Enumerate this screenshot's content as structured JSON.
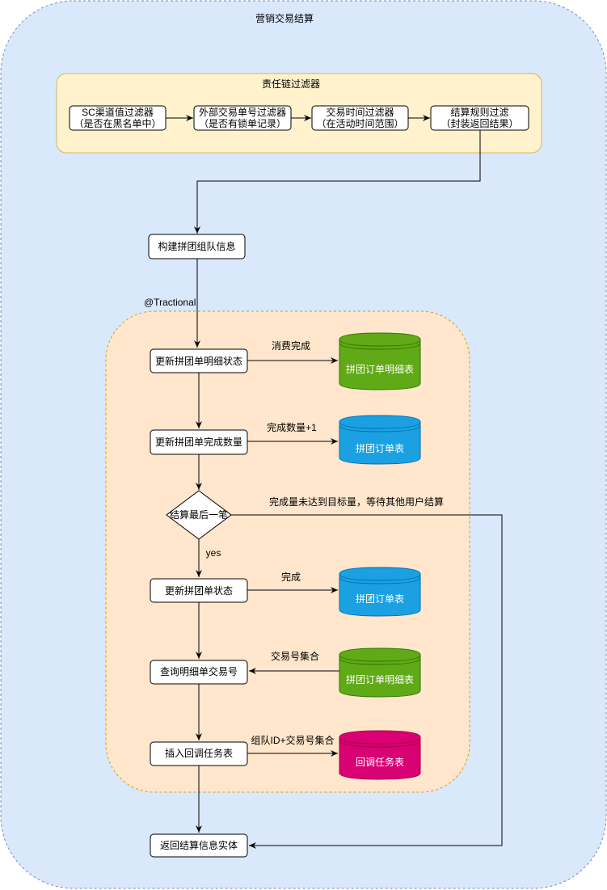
{
  "containers": {
    "outer": {
      "title": "营销交易结算",
      "fill": "#dae8fc",
      "stroke": "#6c8ebf"
    },
    "filter_chain": {
      "title": "责任链过滤器",
      "fill": "#fff2cc",
      "stroke": "#d6b656"
    },
    "transaction": {
      "title": "@Tractional",
      "fill": "#ffe6cc",
      "stroke": "#d79b00"
    }
  },
  "filters": [
    {
      "line1": "SC渠道值过滤器",
      "line2": "（是否在黑名单中）"
    },
    {
      "line1": "外部交易单号过滤器",
      "line2": "（是否有锁单记录）"
    },
    {
      "line1": "交易时间过滤器",
      "line2": "（在活动时间范围）"
    },
    {
      "line1": "结算规则过滤",
      "line2": "（封装返回结果）"
    }
  ],
  "steps": {
    "build_group": "构建拼团组队信息",
    "update_detail_status": "更新拼团单明细状态",
    "update_complete_count": "更新拼团单完成数量",
    "decision_last": "结算最后一笔",
    "update_order_status": "更新拼团单状态",
    "query_trade_no": "查询明细单交易号",
    "insert_callback": "插入回调任务表",
    "return_result": "返回结算信息实体"
  },
  "databases": {
    "order_detail_1": {
      "label": "拼团订单明细表",
      "color": "#60a917"
    },
    "order_1": {
      "label": "拼团订单表",
      "color": "#1ba1e2"
    },
    "order_2": {
      "label": "拼团订单表",
      "color": "#1ba1e2"
    },
    "order_detail_2": {
      "label": "拼团订单明细表",
      "color": "#60a917"
    },
    "callback_task": {
      "label": "回调任务表",
      "color": "#d80073"
    }
  },
  "edge_labels": {
    "consume_complete": "消费完成",
    "complete_count_plus": "完成数量+1",
    "not_reached": "完成量未达到目标量，等待其他用户结算",
    "yes": "yes",
    "complete": "完成",
    "trade_no_set": "交易号集合",
    "group_trade_set": "组队ID+交易号集合"
  }
}
